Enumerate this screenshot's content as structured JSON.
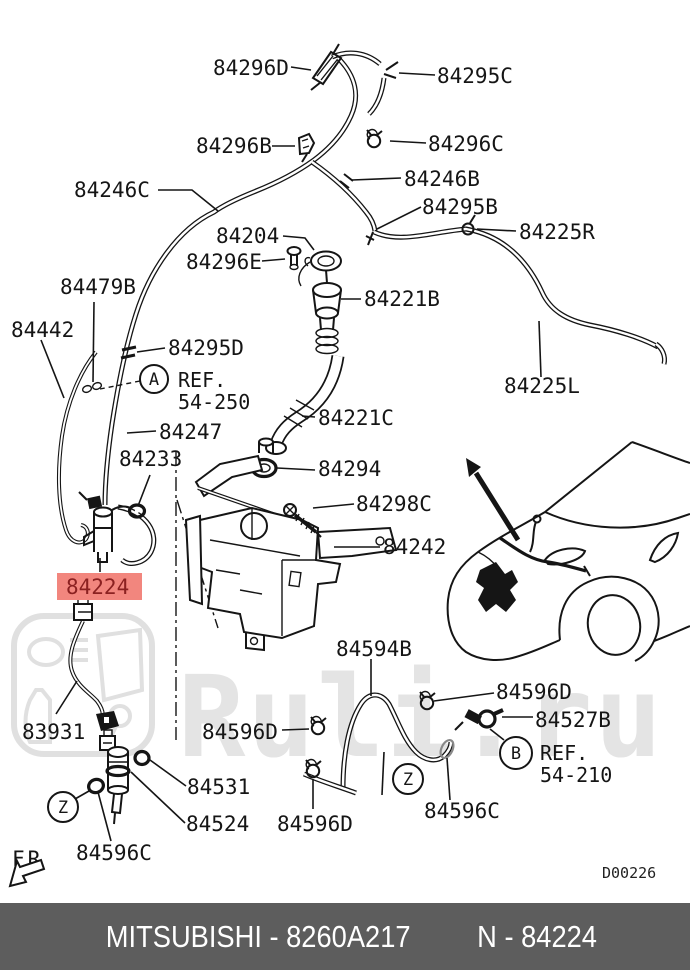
{
  "watermark": {
    "text": "Ruli.ru"
  },
  "footer": {
    "left": "MITSUBISHI - 8260A217",
    "right": "N - 84224"
  },
  "diagram": {
    "code": "D00226",
    "fr": "FR",
    "highlight": {
      "text": "84224",
      "bg": "#f2867e",
      "fg": "#8b2121"
    },
    "refs": {
      "a": {
        "letter": "A",
        "l1": "REF.",
        "l2": "54-250"
      },
      "b": {
        "letter": "B",
        "l1": "REF.",
        "l2": "54-210"
      },
      "z_left": "Z",
      "z_mid": "Z"
    },
    "labels": {
      "p84296D": "84296D",
      "p84295C": "84295C",
      "p84296B": "84296B",
      "p84296C": "84296C",
      "p84246C": "84246C",
      "p84246B": "84246B",
      "p84295B": "84295B",
      "p84225R": "84225R",
      "p84204": "84204",
      "p84296E": "84296E",
      "p84221B": "84221B",
      "p84225L": "84225L",
      "p84479B": "84479B",
      "p84442": "84442",
      "p84295D": "84295D",
      "p84247": "84247",
      "p84233": "84233",
      "p84221C": "84221C",
      "p84294": "84294",
      "p84298C": "84298C",
      "p84242": "84242",
      "p84594B": "84594B",
      "p84596D_r": "84596D",
      "p84527B": "84527B",
      "p83931": "83931",
      "p84596D_l": "84596D",
      "p84531": "84531",
      "p84524": "84524",
      "p84596C_bl": "84596C",
      "p84596D_bm": "84596D",
      "p84596C_rm": "84596C"
    }
  }
}
